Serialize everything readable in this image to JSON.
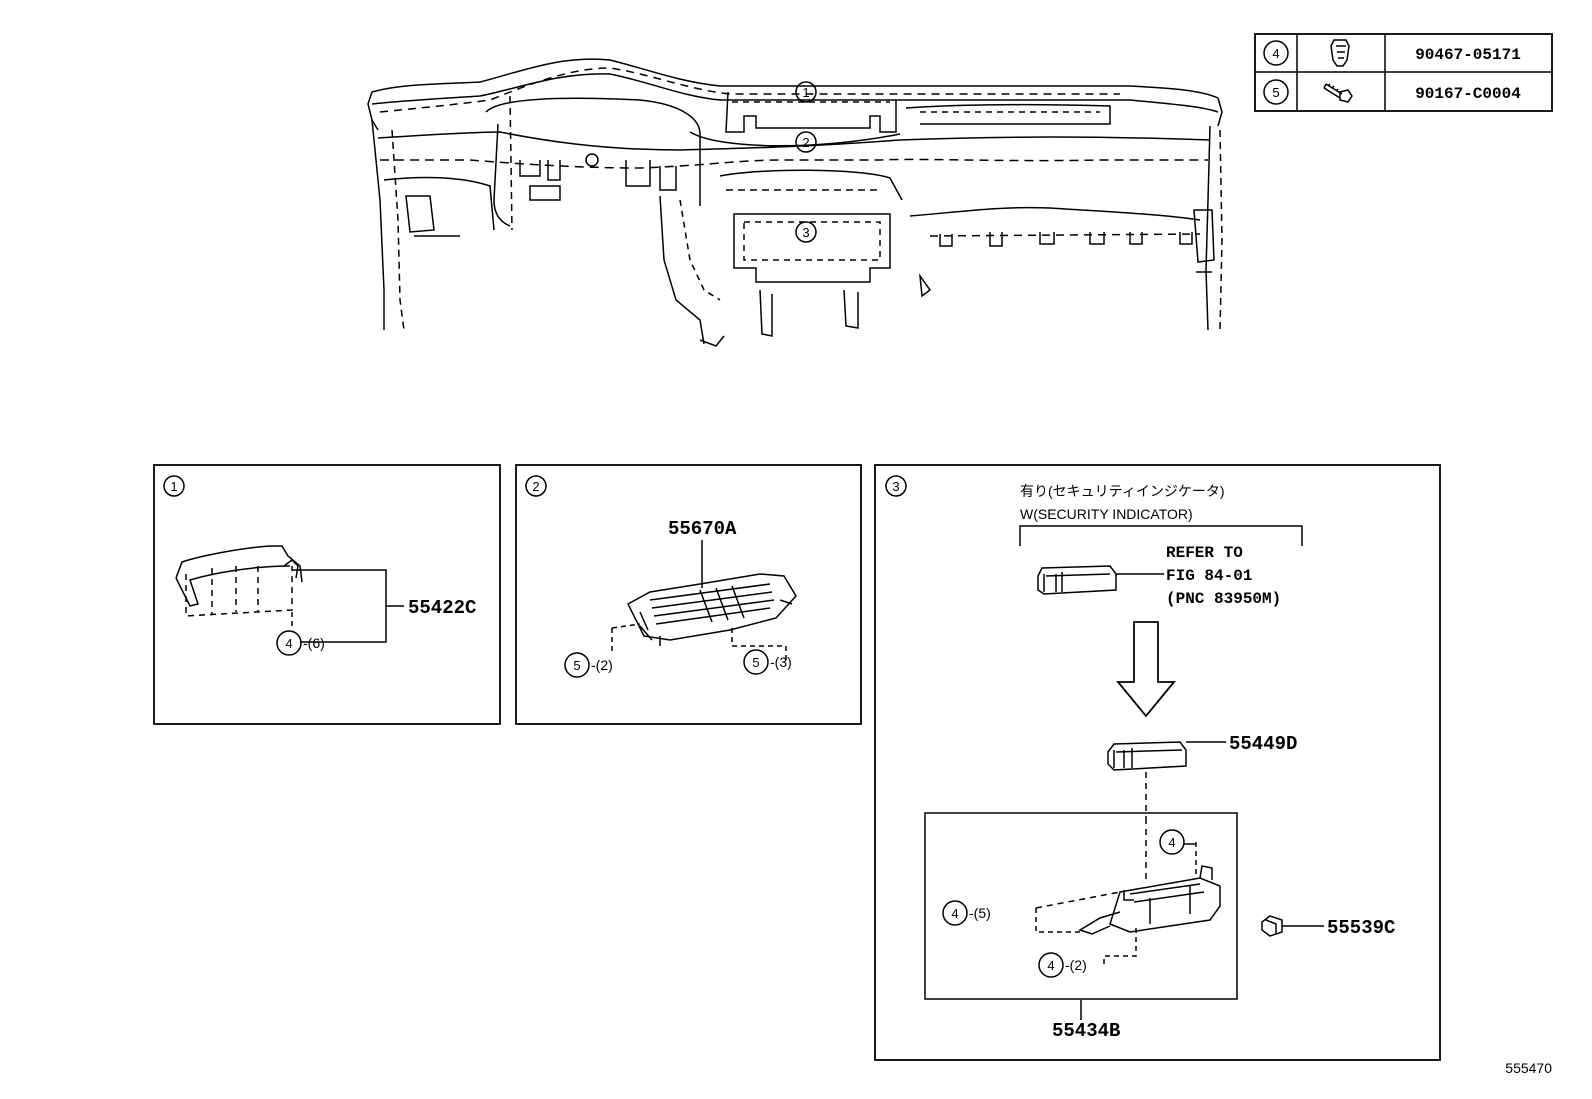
{
  "fastener_table": [
    {
      "ref": "4",
      "part_number": "90467-05171"
    },
    {
      "ref": "5",
      "part_number": "90167-C0004"
    }
  ],
  "overview": {
    "callouts": [
      "1",
      "2",
      "3"
    ]
  },
  "panel1": {
    "index": "1",
    "part": "55422C",
    "fastener_ref": "4",
    "fastener_qty": "-(6)"
  },
  "panel2": {
    "index": "2",
    "part": "55670A",
    "fasteners": [
      {
        "ref": "5",
        "qty": "-(2)"
      },
      {
        "ref": "5",
        "qty": "-(3)"
      }
    ]
  },
  "panel3": {
    "index": "3",
    "note_jp": "有り(セキュリティインジケータ)",
    "note_en": "W(SECURITY INDICATOR)",
    "refer_lines": [
      "REFER TO",
      "FIG 84-01",
      "(PNC 83950M)"
    ],
    "part_upper": "55449D",
    "part_lower": "55434B",
    "part_side": "55539C",
    "fasteners": [
      {
        "ref": "4",
        "qty": ""
      },
      {
        "ref": "4",
        "qty": "-(5)"
      },
      {
        "ref": "4",
        "qty": "-(2)"
      }
    ]
  },
  "illustration_id": "555470"
}
